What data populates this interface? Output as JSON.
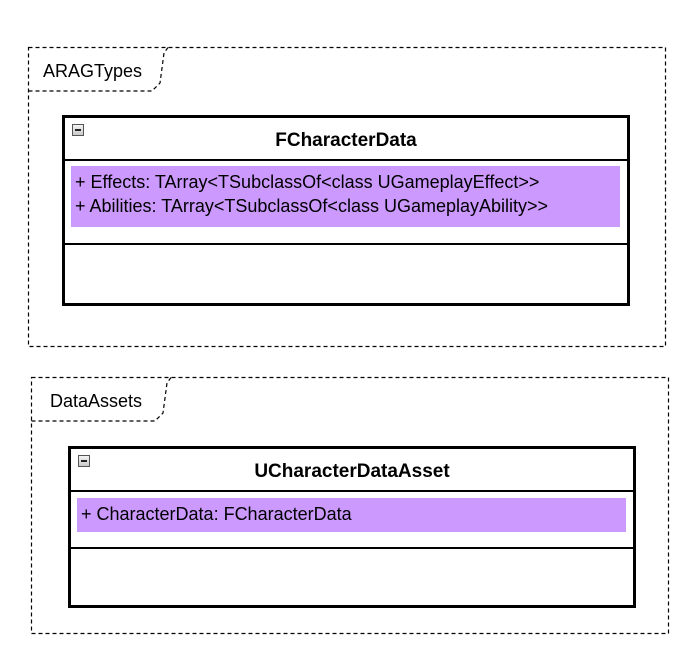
{
  "packages": [
    {
      "name": "ARAGTypes",
      "class": {
        "name": "FCharacterData",
        "attributes": [
          "+ Effects: TArray<TSubclassOf<class UGameplayEffect>>",
          "+ Abilities: TArray<TSubclassOf<class UGameplayAbility>>"
        ],
        "operations": []
      }
    },
    {
      "name": "DataAssets",
      "class": {
        "name": "UCharacterDataAsset",
        "attributes": [
          "+ CharacterData: FCharacterData"
        ],
        "operations": []
      }
    }
  ],
  "colors": {
    "attribute_highlight": "#cc99ff",
    "border": "#000000",
    "background": "#ffffff"
  }
}
